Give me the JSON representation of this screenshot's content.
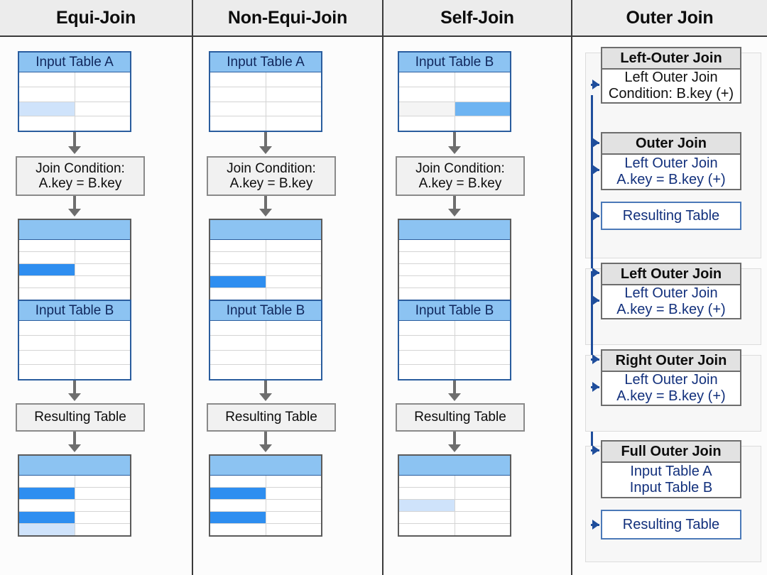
{
  "columns": [
    {
      "id": "equi-join",
      "title": "Equi-Join",
      "nodes": {
        "input_a_label": "Input Table A",
        "join_condition_line1": "Join Condition:",
        "join_condition_line2": "A.key = B.key",
        "input_b_label": "Input Table B",
        "resulting_label": "Resulting Table"
      },
      "tables": {
        "input_a": {
          "rows": 4,
          "cols": 2,
          "highlights": [
            {
              "row": 3,
              "col": 1,
              "style": "light"
            }
          ]
        },
        "mid": {
          "rows": 5,
          "cols": 2,
          "highlights": [
            {
              "row": 3,
              "col": 1,
              "style": "strong"
            }
          ]
        },
        "input_b": {
          "rows": 4,
          "cols": 2,
          "highlights": []
        },
        "result": {
          "rows": 5,
          "cols": 2,
          "highlights": [
            {
              "row": 2,
              "col": 1,
              "style": "strong"
            },
            {
              "row": 4,
              "col": 1,
              "style": "strong"
            },
            {
              "row": 5,
              "col": 1,
              "style": "light"
            }
          ]
        }
      }
    },
    {
      "id": "non-equi-join",
      "title": "Non-Equi-Join",
      "nodes": {
        "input_a_label": "Input Table A",
        "join_condition_line1": "Join Condition:",
        "join_condition_line2": "A.key = B.key",
        "input_b_label": "Input Table B",
        "resulting_label": "Resulting Table"
      },
      "tables": {
        "input_a": {
          "rows": 4,
          "cols": 2,
          "highlights": []
        },
        "mid": {
          "rows": 5,
          "cols": 2,
          "highlights": [
            {
              "row": 4,
              "col": 1,
              "style": "strong"
            }
          ]
        },
        "input_b": {
          "rows": 4,
          "cols": 2,
          "highlights": []
        },
        "result": {
          "rows": 5,
          "cols": 2,
          "highlights": [
            {
              "row": 2,
              "col": 1,
              "style": "strong"
            },
            {
              "row": 4,
              "col": 1,
              "style": "strong"
            }
          ]
        }
      }
    },
    {
      "id": "self-join",
      "title": "Self-Join",
      "nodes": {
        "input_a_label": "Input Table B",
        "join_condition_line1": "Join Condition:",
        "join_condition_line2": "A.key = B.key",
        "input_b_label": "Input Table B",
        "resulting_label": "Resulting Table"
      },
      "tables": {
        "input_a": {
          "rows": 4,
          "cols": 2,
          "highlights": [
            {
              "row": 3,
              "col": 2,
              "style": "mid"
            }
          ]
        },
        "mid": {
          "rows": 5,
          "cols": 2,
          "highlights": []
        },
        "input_b": {
          "rows": 4,
          "cols": 2,
          "highlights": []
        },
        "result": {
          "rows": 5,
          "cols": 2,
          "highlights": [
            {
              "row": 3,
              "col": 1,
              "style": "light"
            }
          ]
        }
      }
    }
  ],
  "outer_join": {
    "title": "Outer Join",
    "cards": [
      {
        "head": "Left-Outer Join",
        "lines": [
          "Left Outer Join",
          "Condition: B.key (+)"
        ],
        "ink": "black"
      },
      {
        "head": "Outer Join",
        "lines": [
          "Left Outer Join",
          "A.key = B.key (+)"
        ],
        "ink": "blue",
        "result": "Resulting Table"
      },
      {
        "head": "Left Outer Join",
        "lines": [
          "Left Outer Join",
          "A.key = B.key (+)"
        ],
        "ink": "blue"
      },
      {
        "head": "Right Outer Join",
        "lines": [
          "Left Outer Join",
          "A.key = B.key (+)"
        ],
        "ink": "blue"
      },
      {
        "head": "Full Outer Join",
        "lines": [
          "Input Table A",
          "Input Table B"
        ],
        "ink": "blue",
        "result": "Resulting Table"
      }
    ]
  },
  "palette": {
    "header_blue": "#8cc3f2",
    "highlight_strong": "#2e8ef0",
    "highlight_light": "#cfe3fb",
    "arrow_gray": "#6e6e6e",
    "arrow_blue": "#1f4e9c",
    "title_ink": "#0d0d0d",
    "blue_ink": "#12307c"
  }
}
